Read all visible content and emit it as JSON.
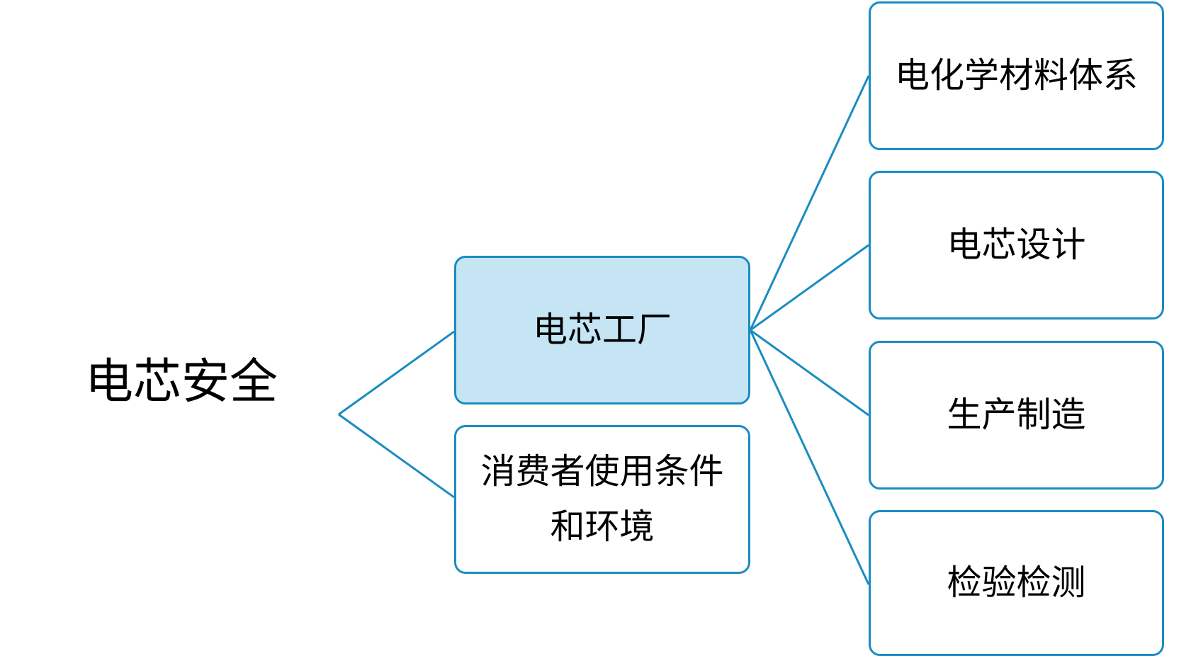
{
  "root": {
    "label": "电芯安全"
  },
  "level1": [
    {
      "label_lines": [
        "电芯工厂"
      ],
      "highlighted": true
    },
    {
      "label_lines": [
        "消费者使用条件",
        "和环境"
      ],
      "highlighted": false
    }
  ],
  "level2": [
    {
      "label_lines": [
        "电化学材料体系"
      ]
    },
    {
      "label_lines": [
        "电芯设计"
      ]
    },
    {
      "label_lines": [
        "生产制造"
      ]
    },
    {
      "label_lines": [
        "检验检测"
      ]
    }
  ],
  "colors": {
    "connector": "#1b8cc0",
    "border": "#1b8cc0",
    "highlight_fill": "#c5e5f5",
    "node_fill": "#ffffff"
  }
}
